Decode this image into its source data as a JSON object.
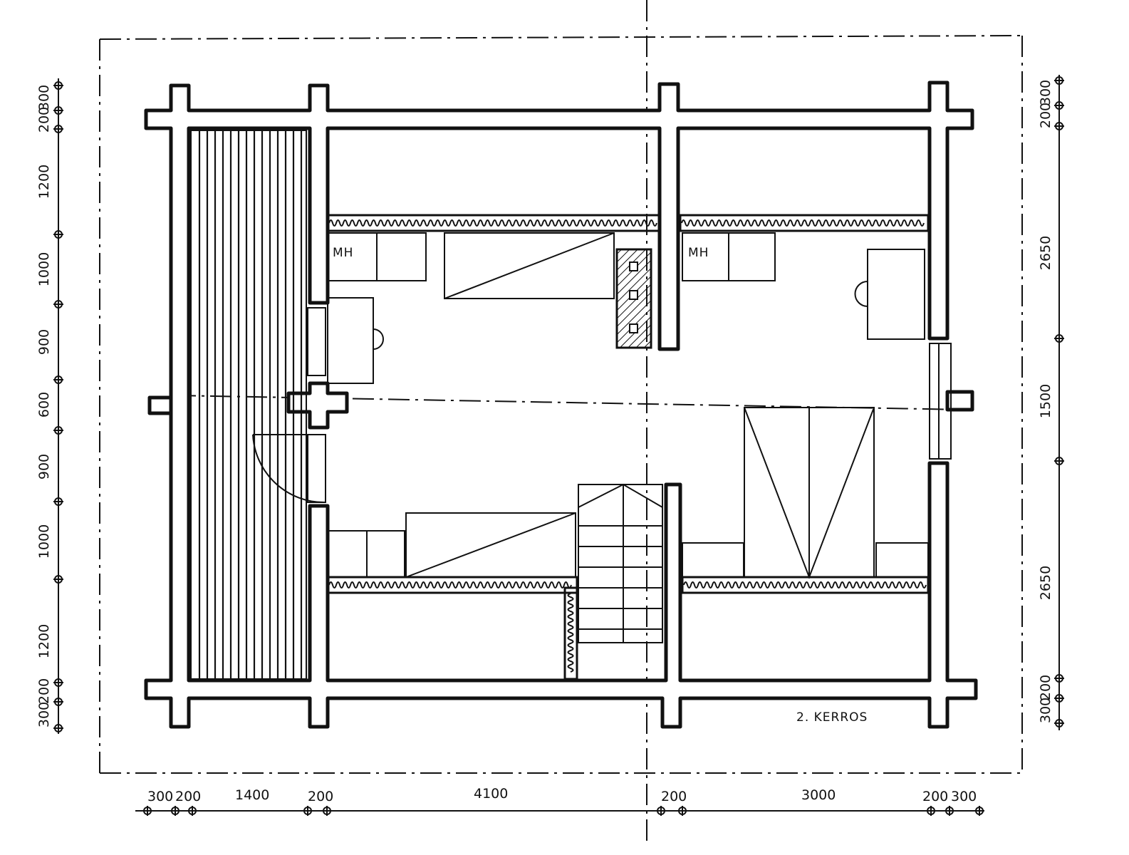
{
  "plan": {
    "floor_label": "2. KERROS",
    "room_labels": {
      "left": "MH",
      "right": "MH"
    }
  },
  "dimensions": {
    "bottom": [
      "300",
      "200",
      "1400",
      "200",
      "4100",
      "200",
      "3000",
      "200",
      "300"
    ],
    "left": [
      "300",
      "200",
      "1200",
      "1000",
      "900",
      "600",
      "900",
      "1000",
      "1200",
      "200",
      "300"
    ],
    "right": [
      "300",
      "200",
      "2650",
      "1500",
      "2650",
      "200",
      "300"
    ]
  }
}
